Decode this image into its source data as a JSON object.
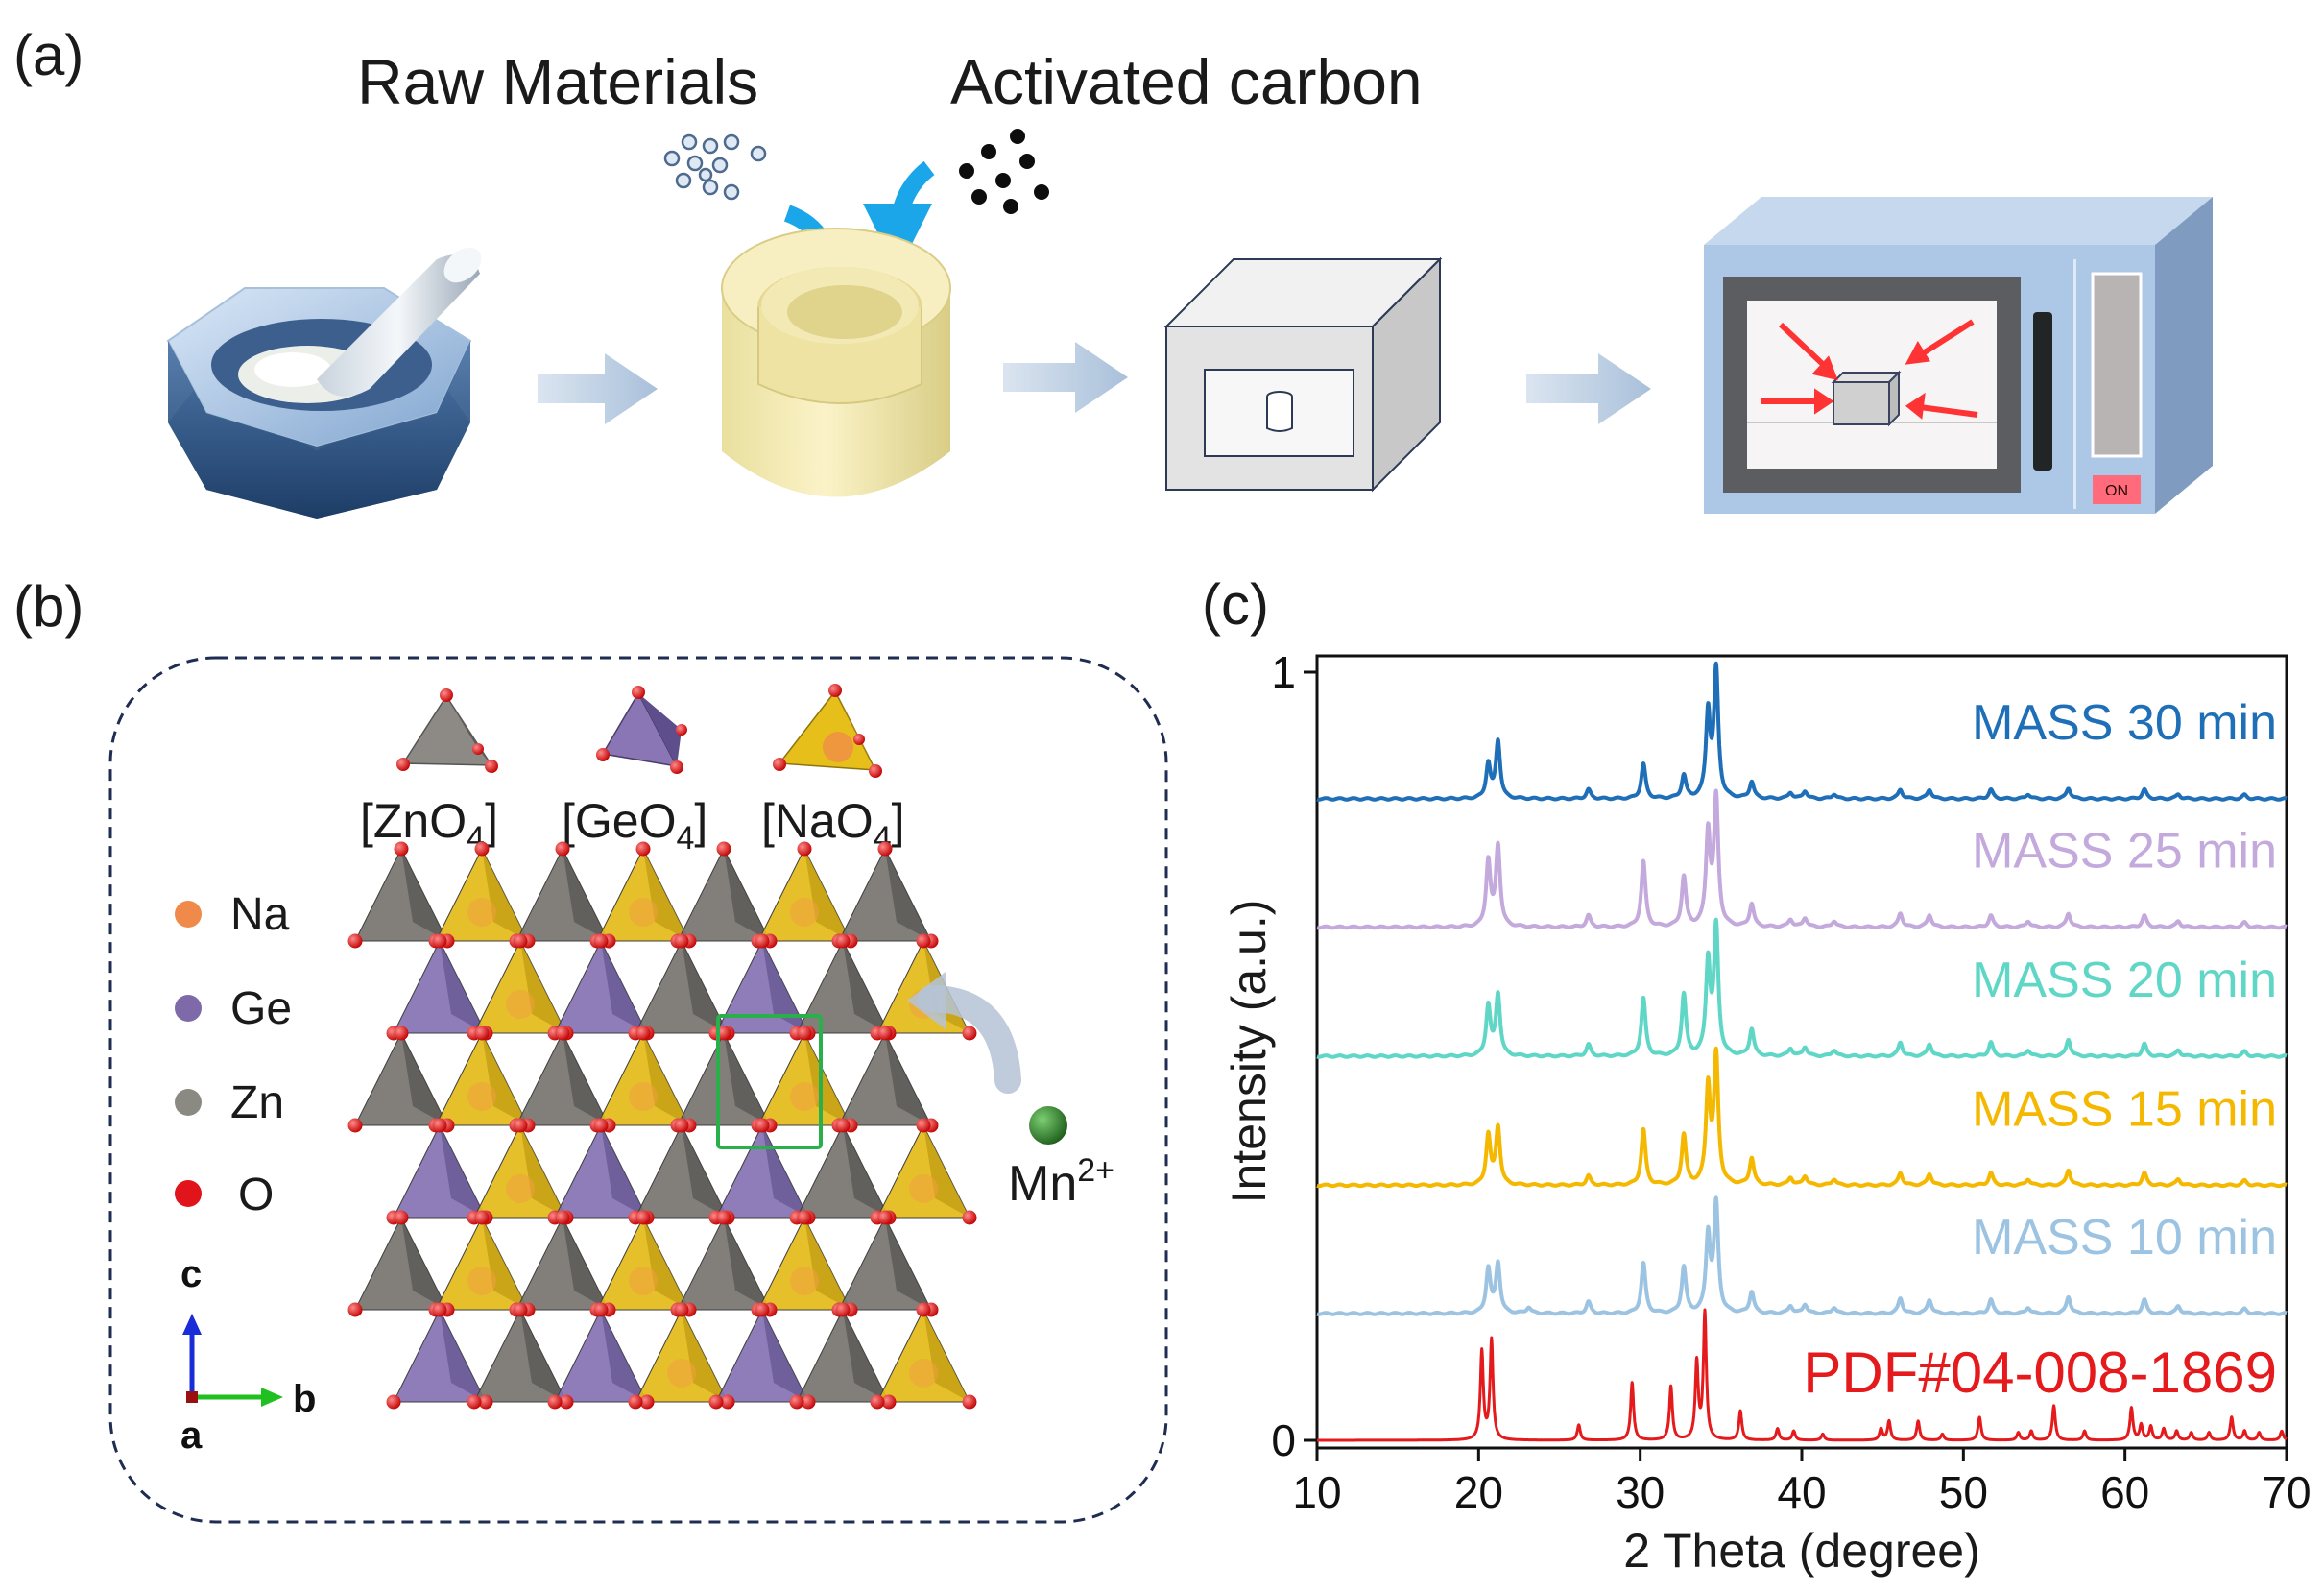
{
  "panel_a": {
    "label": "(a)",
    "raw_materials": "Raw Materials",
    "activated_carbon": "Activated carbon",
    "on_button": "ON"
  },
  "panel_b": {
    "label": "(b)",
    "polyhedra": [
      "[ZnO",
      "4",
      "]",
      "[GeO",
      "4",
      "]",
      "[NaO",
      "4",
      "]"
    ],
    "legend": [
      {
        "label": "Na",
        "color": "#f08a4b"
      },
      {
        "label": "Ge",
        "color": "#7e6aa8"
      },
      {
        "label": "Zn",
        "color": "#8a8a82"
      },
      {
        "label": "O",
        "color": "#e0141a"
      }
    ],
    "axes": {
      "c": "c",
      "b": "b",
      "a": "a"
    },
    "dopant": {
      "base": "Mn",
      "sup": "2+"
    }
  },
  "panel_c": {
    "label": "(c)",
    "colors": {
      "mass30": "#1f6fb8",
      "mass25": "#c3a9dc",
      "mass20": "#5fd6c6",
      "mass15": "#f5b800",
      "mass10": "#9cc4e2",
      "pdf": "#e41a1c"
    }
  },
  "chart_data": {
    "type": "line",
    "xlabel": "2 Theta (degree)",
    "ylabel": "Intensity (a.u.)",
    "xlim": [
      10,
      70
    ],
    "ylim": [
      0,
      1
    ],
    "xticks": [
      10,
      20,
      30,
      40,
      50,
      60,
      70
    ],
    "yticks": [
      0,
      1
    ],
    "series": [
      {
        "name": "MASS 30 min",
        "offset": 0.835,
        "peaks": [
          [
            20.6,
            0.045
          ],
          [
            21.2,
            0.075
          ],
          [
            26.8,
            0.012
          ],
          [
            30.2,
            0.045
          ],
          [
            32.7,
            0.03
          ],
          [
            34.2,
            0.11
          ],
          [
            34.7,
            0.165
          ],
          [
            36.9,
            0.022
          ],
          [
            39.3,
            0.008
          ],
          [
            40.2,
            0.01
          ],
          [
            42.0,
            0.006
          ],
          [
            46.1,
            0.012
          ],
          [
            47.9,
            0.012
          ],
          [
            51.7,
            0.012
          ],
          [
            54.0,
            0.006
          ],
          [
            56.5,
            0.014
          ],
          [
            61.2,
            0.012
          ],
          [
            63.3,
            0.006
          ],
          [
            67.4,
            0.005
          ]
        ]
      },
      {
        "name": "MASS 25 min",
        "offset": 0.668,
        "peaks": [
          [
            20.6,
            0.085
          ],
          [
            21.2,
            0.105
          ],
          [
            26.8,
            0.015
          ],
          [
            30.2,
            0.085
          ],
          [
            32.7,
            0.065
          ],
          [
            34.2,
            0.12
          ],
          [
            34.7,
            0.165
          ],
          [
            36.9,
            0.03
          ],
          [
            39.3,
            0.01
          ],
          [
            40.2,
            0.012
          ],
          [
            42.0,
            0.008
          ],
          [
            46.1,
            0.018
          ],
          [
            47.9,
            0.016
          ],
          [
            51.7,
            0.015
          ],
          [
            54.0,
            0.008
          ],
          [
            56.5,
            0.018
          ],
          [
            61.2,
            0.015
          ],
          [
            63.3,
            0.008
          ],
          [
            67.4,
            0.006
          ]
        ]
      },
      {
        "name": "MASS 20 min",
        "offset": 0.5,
        "peaks": [
          [
            20.6,
            0.065
          ],
          [
            21.2,
            0.08
          ],
          [
            26.8,
            0.015
          ],
          [
            30.2,
            0.075
          ],
          [
            32.7,
            0.08
          ],
          [
            34.2,
            0.12
          ],
          [
            34.7,
            0.165
          ],
          [
            36.9,
            0.035
          ],
          [
            39.3,
            0.01
          ],
          [
            40.2,
            0.012
          ],
          [
            42.0,
            0.008
          ],
          [
            46.1,
            0.018
          ],
          [
            47.9,
            0.016
          ],
          [
            51.7,
            0.018
          ],
          [
            54.0,
            0.008
          ],
          [
            56.5,
            0.022
          ],
          [
            61.2,
            0.016
          ],
          [
            63.3,
            0.008
          ],
          [
            67.4,
            0.006
          ]
        ]
      },
      {
        "name": "MASS 15 min",
        "offset": 0.332,
        "peaks": [
          [
            20.6,
            0.065
          ],
          [
            21.2,
            0.075
          ],
          [
            26.8,
            0.012
          ],
          [
            30.2,
            0.072
          ],
          [
            32.7,
            0.065
          ],
          [
            34.2,
            0.125
          ],
          [
            34.7,
            0.165
          ],
          [
            36.9,
            0.035
          ],
          [
            39.3,
            0.01
          ],
          [
            40.2,
            0.012
          ],
          [
            42.0,
            0.008
          ],
          [
            46.1,
            0.016
          ],
          [
            47.9,
            0.015
          ],
          [
            51.7,
            0.016
          ],
          [
            54.0,
            0.008
          ],
          [
            56.5,
            0.02
          ],
          [
            61.2,
            0.016
          ],
          [
            63.3,
            0.008
          ],
          [
            67.4,
            0.006
          ]
        ]
      },
      {
        "name": "MASS 10 min",
        "offset": 0.165,
        "peaks": [
          [
            20.6,
            0.058
          ],
          [
            21.2,
            0.065
          ],
          [
            23.1,
            0.008
          ],
          [
            26.8,
            0.015
          ],
          [
            30.2,
            0.065
          ],
          [
            32.7,
            0.06
          ],
          [
            34.2,
            0.1
          ],
          [
            34.7,
            0.14
          ],
          [
            36.9,
            0.028
          ],
          [
            39.3,
            0.01
          ],
          [
            40.2,
            0.012
          ],
          [
            42.0,
            0.008
          ],
          [
            46.1,
            0.02
          ],
          [
            47.9,
            0.018
          ],
          [
            51.7,
            0.018
          ],
          [
            54.0,
            0.008
          ],
          [
            56.5,
            0.022
          ],
          [
            61.2,
            0.018
          ],
          [
            63.3,
            0.01
          ],
          [
            67.4,
            0.006
          ]
        ]
      },
      {
        "name": "PDF#04-008-1869",
        "offset": 0.0,
        "peaks": [
          [
            20.2,
            0.115
          ],
          [
            20.8,
            0.13
          ],
          [
            26.2,
            0.02
          ],
          [
            29.5,
            0.075
          ],
          [
            31.9,
            0.07
          ],
          [
            33.5,
            0.1
          ],
          [
            34.0,
            0.165
          ],
          [
            36.2,
            0.038
          ],
          [
            38.5,
            0.015
          ],
          [
            39.5,
            0.012
          ],
          [
            41.3,
            0.008
          ],
          [
            44.9,
            0.015
          ],
          [
            45.4,
            0.025
          ],
          [
            47.2,
            0.025
          ],
          [
            48.7,
            0.008
          ],
          [
            51.0,
            0.03
          ],
          [
            53.4,
            0.01
          ],
          [
            54.2,
            0.012
          ],
          [
            55.6,
            0.045
          ],
          [
            57.5,
            0.012
          ],
          [
            60.4,
            0.042
          ],
          [
            61.0,
            0.02
          ],
          [
            61.6,
            0.018
          ],
          [
            62.4,
            0.015
          ],
          [
            63.2,
            0.012
          ],
          [
            64.1,
            0.01
          ],
          [
            65.2,
            0.01
          ],
          [
            66.6,
            0.03
          ],
          [
            67.4,
            0.012
          ],
          [
            68.3,
            0.01
          ],
          [
            69.7,
            0.012
          ]
        ]
      }
    ]
  }
}
